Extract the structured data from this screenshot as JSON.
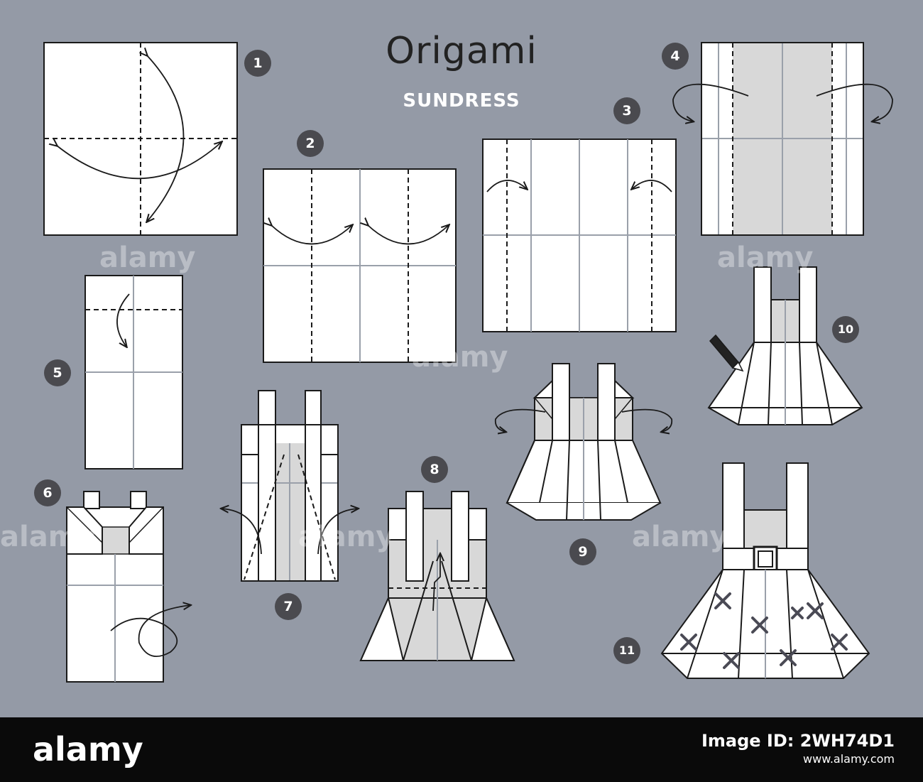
{
  "header": {
    "title": "Origami",
    "subtitle": "SUNDRESS"
  },
  "steps": [
    "1",
    "2",
    "3",
    "4",
    "5",
    "6",
    "7",
    "8",
    "9",
    "10",
    "11"
  ],
  "watermark": "alamy",
  "footer": {
    "logo": "alamy",
    "image_id_label": "Image ID: 2WH74D1",
    "site": "www.alamy.com"
  },
  "colors": {
    "background": "#949aa6",
    "paper": "#ffffff",
    "paper_back": "#d8d8d8",
    "line": "#1a1a1a",
    "crease": "#9aa0aa",
    "badge": "#4a4a4f"
  }
}
